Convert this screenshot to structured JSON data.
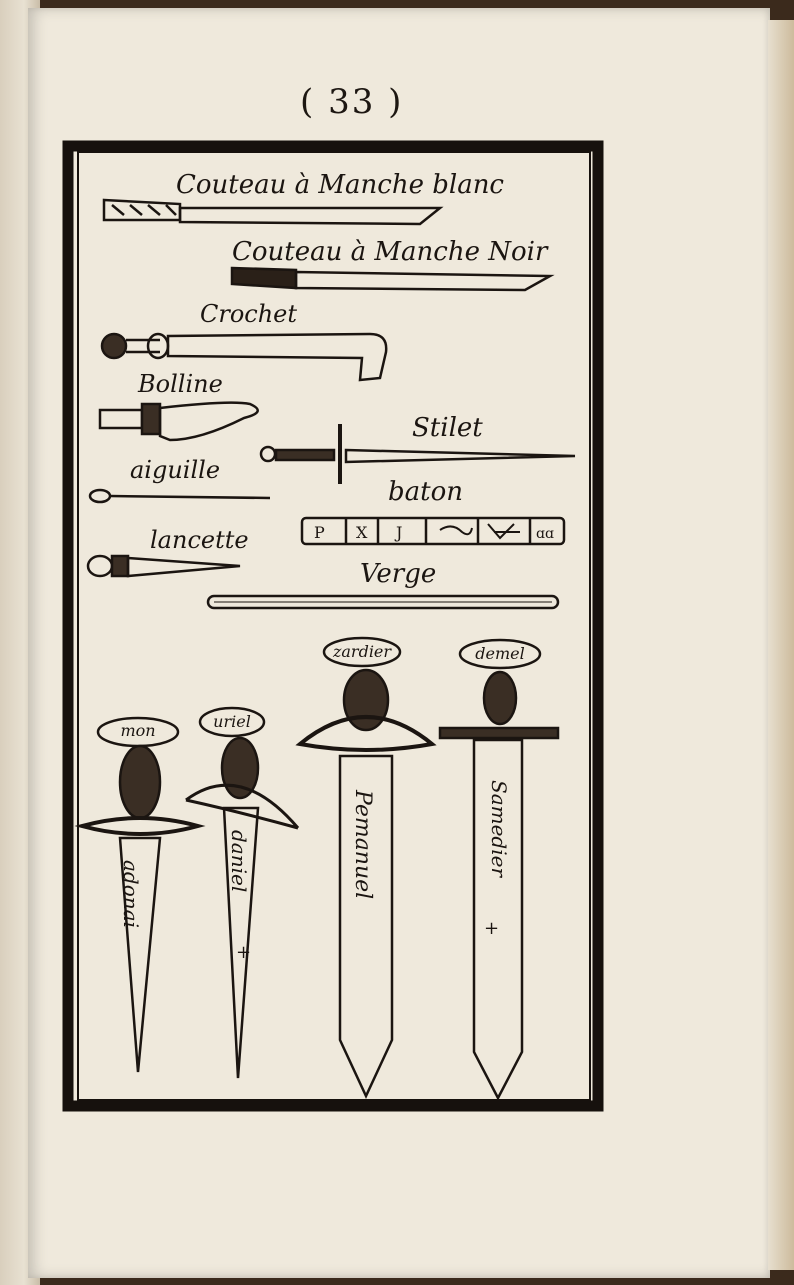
{
  "page_number": "( 33 )",
  "labels": {
    "couteau_blanc": "Couteau à Manche blanc",
    "couteau_noir": "Couteau à Manche Noir",
    "crochet": "Crochet",
    "bolline": "Bolline",
    "stilet": "Stilet",
    "aiguille": "aiguille",
    "baton": "baton",
    "lancette": "lancette",
    "verge": "Verge"
  },
  "baton_marks": [
    "P",
    "X",
    "J",
    "",
    "",
    "ɑɑ"
  ],
  "swords": [
    {
      "tag": "mon",
      "blade": "adonai"
    },
    {
      "tag": "uriel",
      "blade": "daniel"
    },
    {
      "tag": "zardier",
      "blade": "Pemanuel"
    },
    {
      "tag": "demel",
      "blade": "Samedier"
    }
  ]
}
